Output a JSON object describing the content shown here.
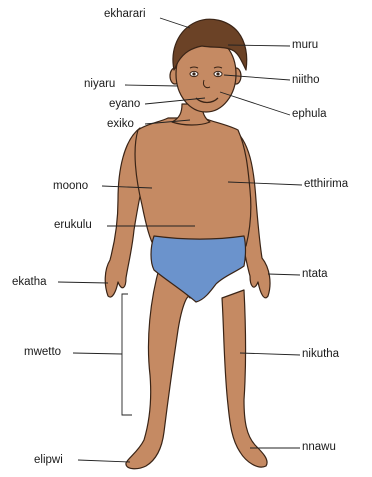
{
  "diagram": {
    "labels": {
      "ekharari": "ekharari",
      "muru": "muru",
      "niyaru": "niyaru",
      "niitho": "niitho",
      "eyano": "eyano",
      "ephula": "ephula",
      "exiko": "exiko",
      "moono": "moono",
      "etthirima": "etthirima",
      "erukulu": "erukulu",
      "ekatha": "ekatha",
      "ntata": "ntata",
      "mwetto": "mwetto",
      "nikutha": "nikutha",
      "nnawu": "nnawu",
      "elipwi": "elipwi"
    },
    "colors": {
      "skin": "#c58a63",
      "skin_dark": "#a46a45",
      "hair": "#6b4226",
      "underwear": "#6b93cc",
      "outline": "#3a2416",
      "leader": "#222222"
    }
  }
}
